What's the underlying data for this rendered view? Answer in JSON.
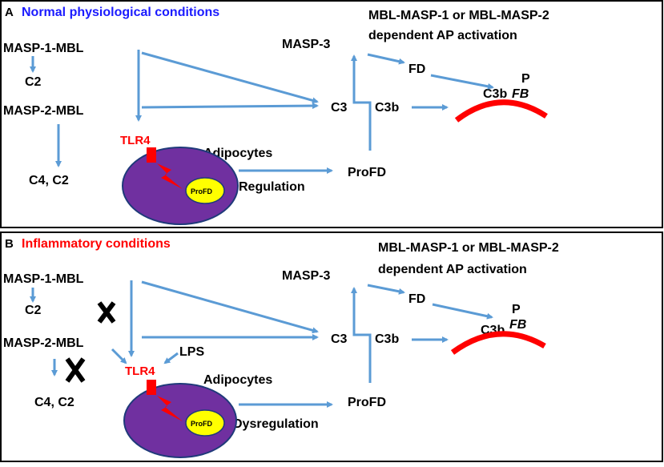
{
  "panel_a": {
    "letter": "A",
    "title": "Normal physiological conditions",
    "masp1_mbl": "MASP-1-MBL",
    "c2": "C2",
    "masp2_mbl": "MASP-2-MBL",
    "c4_c2": "C4, C2",
    "tlr4": "TLR4",
    "adipocytes": "Adipocytes",
    "profd_in_cell": "ProFD",
    "regulation": "Regulation",
    "profd": "ProFD",
    "masp3": "MASP-3",
    "c3": "C3",
    "c3b": "C3b",
    "fd": "FD",
    "ap_line1": "MBL-MASP-1 or MBL-MASP-2",
    "ap_line2": "dependent  AP activation",
    "complex_c3b": "C3b",
    "complex_fb": "FB",
    "complex_p": "P"
  },
  "panel_b": {
    "letter": "B",
    "title": "Inflammatory conditions",
    "masp1_mbl": "MASP-1-MBL",
    "c2": "C2",
    "masp2_mbl": "MASP-2-MBL",
    "c4_c2": "C4, C2",
    "lps": "LPS",
    "tlr4": "TLR4",
    "adipocytes": "Adipocytes",
    "profd_in_cell": "ProFD",
    "dysregulation": "Dysregulation",
    "profd": "ProFD",
    "masp3": "MASP-3",
    "c3": "C3",
    "c3b": "C3b",
    "fd": "FD",
    "ap_line1": "MBL-MASP-1 or MBL-MASP-2",
    "ap_line2": "dependent  AP activation",
    "complex_c3b": "C3b",
    "complex_fb": "FB",
    "complex_p": "P"
  },
  "colors": {
    "arrow": "#5b9bd5",
    "adipocyte_fill": "#7030a0",
    "adipocyte_stroke": "#1f3a7a",
    "nucleus_fill": "#ffff00",
    "receptor": "#ff0000",
    "membrane": "#ff0000",
    "block_mark": "#000000"
  }
}
